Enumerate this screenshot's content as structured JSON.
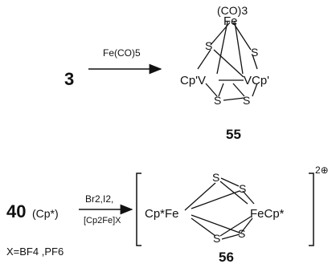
{
  "reaction1": {
    "reactant": "3",
    "reagent": "Fe(CO)5",
    "product": {
      "carbonyl": "(CO)3",
      "metal_top": "Fe",
      "s_upper_left": "S",
      "s_upper_right": "S",
      "left_group": "Cp'V",
      "right_group": "VCp'",
      "s_lower_left": "S",
      "s_lower_right": "S",
      "label": "55"
    }
  },
  "reaction2": {
    "reactant": "40",
    "reactant_ligand": "(Cp*)",
    "reagent_top": "Br2,I2,",
    "reagent_bottom": "[Cp2Fe]X",
    "counterion_note": "X=BF4 ,PF6",
    "product": {
      "s_top_left": "S",
      "s_top_right": "S",
      "left_group": "Cp*Fe",
      "right_group": "FeCp*",
      "s_bottom_left": "S",
      "s_bottom_right": "S",
      "charge": "2⊕",
      "label": "56"
    }
  }
}
